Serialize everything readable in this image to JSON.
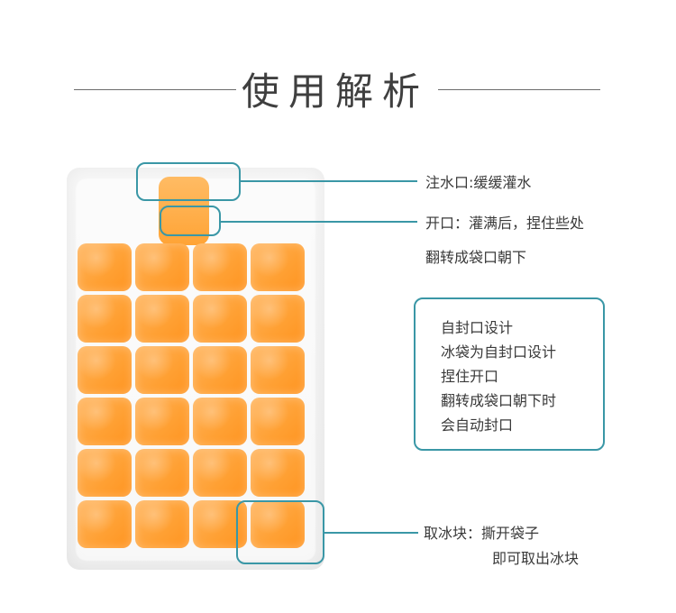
{
  "header": {
    "title": "使用解析"
  },
  "annotations": {
    "fill": "注水口:缓缓灌水",
    "open_line1": "开口：灌满后，捏住些处",
    "open_line2": "翻转成袋口朝下",
    "seal_lines": [
      "自封口设计",
      "冰袋为自封口设计",
      "捏住开口",
      "翻转成袋口朝下时",
      "会自动封口"
    ],
    "take_line1": "取冰块：撕开袋子",
    "take_line2": "即可取出冰块"
  },
  "colors": {
    "accent": "#3a97a6",
    "ice": "#ffa033"
  }
}
